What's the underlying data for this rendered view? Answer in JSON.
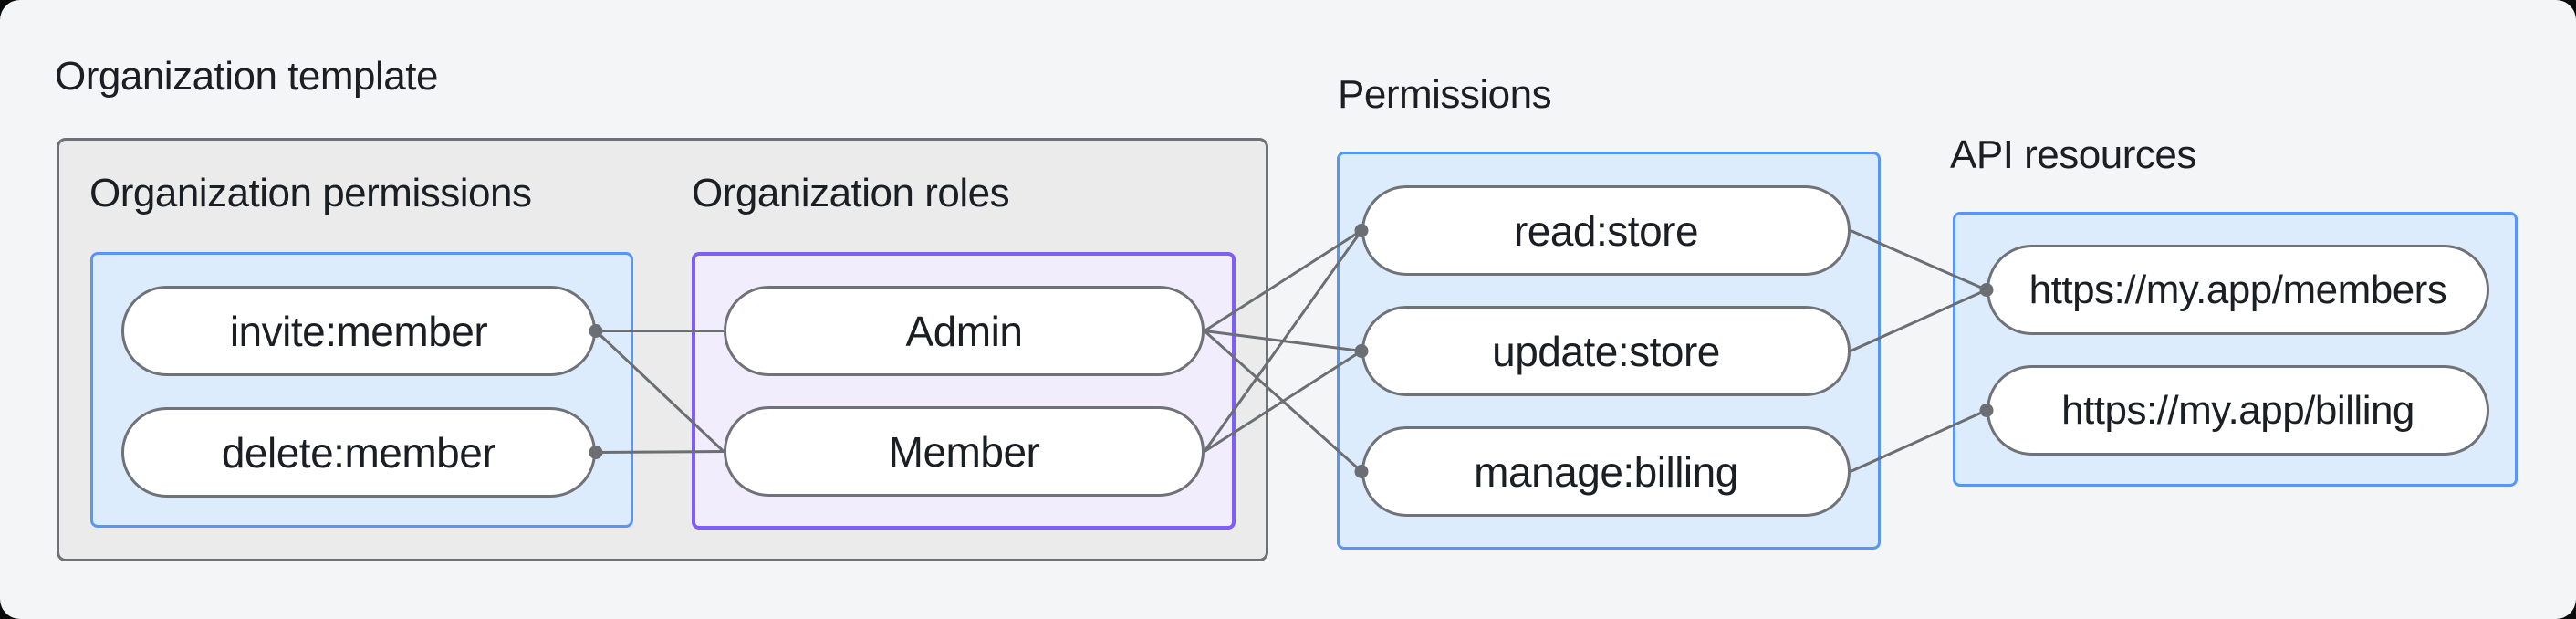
{
  "title": "Organization template",
  "sections": {
    "org_permissions": {
      "label": "Organization permissions",
      "pills": [
        {
          "id": "invite-member",
          "label": "invite:member"
        },
        {
          "id": "delete-member",
          "label": "delete:member"
        }
      ]
    },
    "org_roles": {
      "label": "Organization roles",
      "pills": [
        {
          "id": "admin",
          "label": "Admin"
        },
        {
          "id": "member",
          "label": "Member"
        }
      ]
    },
    "permissions": {
      "label": "Permissions",
      "pills": [
        {
          "id": "read-store",
          "label": "read:store"
        },
        {
          "id": "update-store",
          "label": "update:store"
        },
        {
          "id": "manage-billing",
          "label": "manage:billing"
        }
      ]
    },
    "api_resources": {
      "label": "API resources",
      "pills": [
        {
          "id": "members",
          "label": "https://my.app/members"
        },
        {
          "id": "billing",
          "label": "https://my.app/billing"
        }
      ]
    }
  },
  "connections": [
    {
      "from": "invite-member",
      "to": "admin"
    },
    {
      "from": "invite-member",
      "to": "member"
    },
    {
      "from": "delete-member",
      "to": "member"
    },
    {
      "from": "admin",
      "to": "read-store"
    },
    {
      "from": "admin",
      "to": "update-store"
    },
    {
      "from": "admin",
      "to": "manage-billing"
    },
    {
      "from": "member",
      "to": "read-store"
    },
    {
      "from": "member",
      "to": "update-store"
    },
    {
      "from": "read-store",
      "to": "members"
    },
    {
      "from": "update-store",
      "to": "members"
    },
    {
      "from": "manage-billing",
      "to": "billing"
    }
  ],
  "dots": [
    {
      "node": "invite-member",
      "side": "right"
    },
    {
      "node": "delete-member",
      "side": "right"
    },
    {
      "node": "read-store",
      "side": "left"
    },
    {
      "node": "update-store",
      "side": "left"
    },
    {
      "node": "manage-billing",
      "side": "left"
    },
    {
      "node": "members",
      "side": "left"
    },
    {
      "node": "billing",
      "side": "left"
    }
  ],
  "colors": {
    "line": "#6b6e72",
    "dot": "#6b6e72",
    "blue_border": "#5795f7",
    "blue_fill": "#ddecfc",
    "purple_border": "#7e5ef8",
    "purple_fill": "#f2edfd",
    "gray_border": "#6d7074",
    "gray_fill": "#ebebec",
    "card_bg": "#f4f5f6",
    "text": "#1b1f24"
  }
}
